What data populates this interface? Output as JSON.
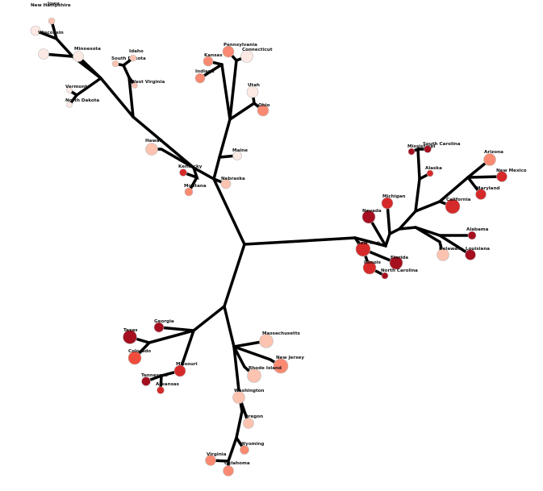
{
  "colors": {
    "edge": "#000000",
    "scale": [
      "#fde9e4",
      "#fbc3b0",
      "#f98a71",
      "#ef4c3c",
      "#d62a2a",
      "#a50f1f"
    ]
  },
  "states": [
    {
      "name": "Iowa",
      "shade": 1
    },
    {
      "name": "New Hampshire",
      "shade": 0
    },
    {
      "name": "Wisconsin",
      "shade": 0
    },
    {
      "name": "Minnesota",
      "shade": 0
    },
    {
      "name": "South Dakota",
      "shade": 1
    },
    {
      "name": "Idaho",
      "shade": 1
    },
    {
      "name": "West Virginia",
      "shade": 1
    },
    {
      "name": "Vermont",
      "shade": 0
    },
    {
      "name": "North Dakota",
      "shade": 0
    },
    {
      "name": "Kansas",
      "shade": 2
    },
    {
      "name": "Pennsylvania",
      "shade": 2
    },
    {
      "name": "Connecticut",
      "shade": 0
    },
    {
      "name": "Indiana",
      "shade": 2
    },
    {
      "name": "Utah",
      "shade": 0
    },
    {
      "name": "Ohio",
      "shade": 2
    },
    {
      "name": "Hawaii",
      "shade": 1
    },
    {
      "name": "Maine",
      "shade": 0
    },
    {
      "name": "Kentucky",
      "shade": 4
    },
    {
      "name": "Nebraska",
      "shade": 1
    },
    {
      "name": "Montana",
      "shade": 2
    },
    {
      "name": "Mississippi",
      "shade": 5
    },
    {
      "name": "South Carolina",
      "shade": 5
    },
    {
      "name": "Alaska",
      "shade": 4
    },
    {
      "name": "Arizona",
      "shade": 2
    },
    {
      "name": "New Mexico",
      "shade": 4
    },
    {
      "name": "Maryland",
      "shade": 4
    },
    {
      "name": "Michigan",
      "shade": 4
    },
    {
      "name": "California",
      "shade": 4
    },
    {
      "name": "Nevada",
      "shade": 5
    },
    {
      "name": "Alabama",
      "shade": 5
    },
    {
      "name": "Louisiana",
      "shade": 5
    },
    {
      "name": "New York",
      "shade": 4
    },
    {
      "name": "Delaware",
      "shade": 1
    },
    {
      "name": "Florida",
      "shade": 5
    },
    {
      "name": "Illinois",
      "shade": 4
    },
    {
      "name": "North Carolina",
      "shade": 5
    },
    {
      "name": "Texas",
      "shade": 5
    },
    {
      "name": "Georgia",
      "shade": 5
    },
    {
      "name": "Colorado",
      "shade": 3
    },
    {
      "name": "Missouri",
      "shade": 4
    },
    {
      "name": "Tennessee",
      "shade": 5
    },
    {
      "name": "Arkansas",
      "shade": 4
    },
    {
      "name": "Massachusetts",
      "shade": 1
    },
    {
      "name": "New Jersey",
      "shade": 2
    },
    {
      "name": "Rhode Island",
      "shade": 1
    },
    {
      "name": "Washington",
      "shade": 1
    },
    {
      "name": "Oregon",
      "shade": 1
    },
    {
      "name": "Wyoming",
      "shade": 2
    },
    {
      "name": "Virginia",
      "shade": 2
    },
    {
      "name": "Oklahoma",
      "shade": 2
    }
  ]
}
